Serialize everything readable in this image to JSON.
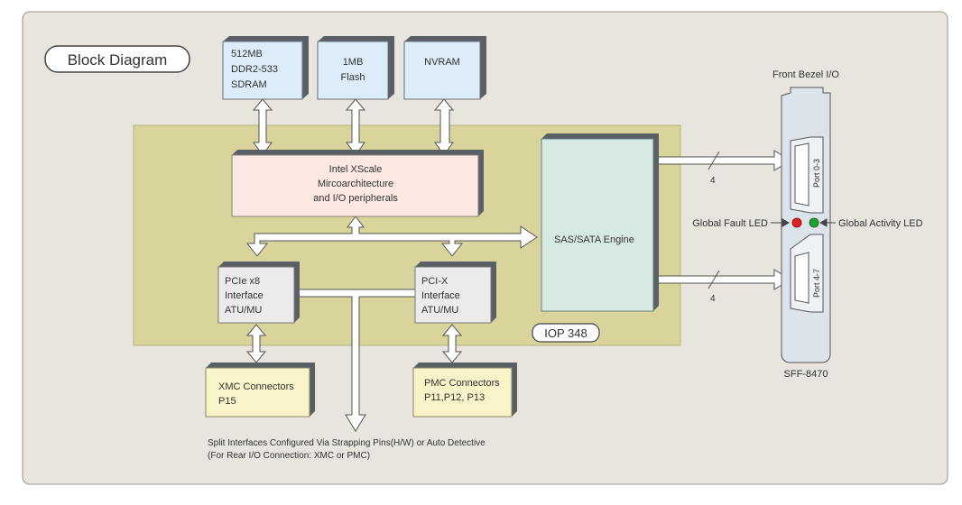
{
  "title": "Block Diagram",
  "memory": {
    "sdram": [
      "512MB",
      "DDR2-533",
      "SDRAM"
    ],
    "flash": [
      "1MB",
      "Flash"
    ],
    "nvram": [
      "NVRAM"
    ]
  },
  "xscale": [
    "Intel XScale",
    "Mircoarchitecture",
    "and I/O peripherals"
  ],
  "sas_engine": "SAS/SATA Engine",
  "pcie": [
    "PCIe x8",
    "Interface",
    "ATU/MU"
  ],
  "pcix": [
    "PCI-X",
    "Interface",
    "ATU/MU"
  ],
  "iop": "IOP 348",
  "xmc": [
    "XMC Connectors",
    "P15"
  ],
  "pmc": [
    "PMC Connectors",
    "P11,P12, P13"
  ],
  "split_note": [
    "Split Interfaces Configured Via Strapping Pins(H/W) or Auto Detective",
    "(For Rear I/O Connection: XMC or PMC)"
  ],
  "front_bezel": "Front Bezel I/O",
  "ports": [
    "Port 0-3",
    "Port 4-7"
  ],
  "lane_count": "4",
  "fault_led": "Global Fault LED",
  "activity_led": "Global Activity LED",
  "connector_model": "SFF-8470",
  "colors": {
    "background": "#e8e4de",
    "iop_area": "#d8d49c",
    "memory_box": "#dcecf8",
    "xscale_box": "#fbe8e2",
    "sas_box": "#d6e9e2",
    "interface_box": "#ebebeb",
    "connector_box": "#f8f4c8",
    "box_shadow": "#5b6066",
    "fault_led": "#e02020",
    "activity_led": "#20a030"
  }
}
